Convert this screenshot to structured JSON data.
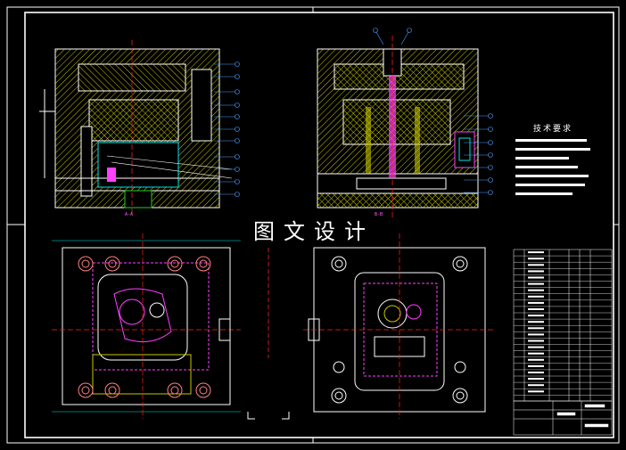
{
  "watermark": "图文设计",
  "tech_requirements": {
    "title": "技术要求"
  },
  "sections": {
    "left_top": "A-A",
    "right_top": "B-B"
  },
  "colors": {
    "background": "#000000",
    "frame": "#ffffff",
    "hatch": "#c8c800",
    "outline": "#ffffff",
    "leader": "#4aa3ff",
    "center": "#ff2020",
    "cyan": "#00e5e5",
    "magenta": "#ff40ff",
    "green": "#20d020"
  }
}
